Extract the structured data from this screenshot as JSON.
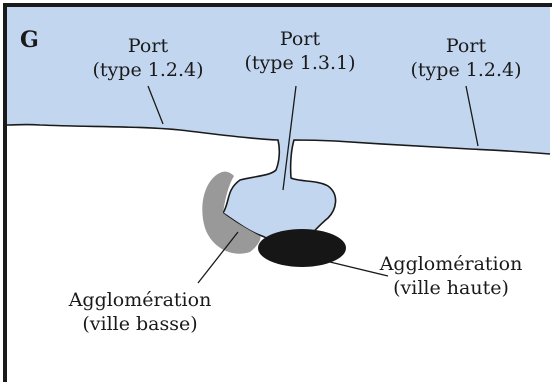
{
  "panel_letter": "G",
  "colors": {
    "sea": "#c3d6ef",
    "outline": "#1a1a1a",
    "lower_town": "#999999",
    "upper_town": "#161616",
    "background": "#ffffff"
  },
  "ports": [
    {
      "name": "Port",
      "type": "(type 1.2.4)"
    },
    {
      "name": "Port",
      "type": "(type 1.3.1)"
    },
    {
      "name": "Port",
      "type": "(type 1.2.4)"
    }
  ],
  "towns": {
    "lower": {
      "name": "Agglomération",
      "sub": "(ville basse)"
    },
    "upper": {
      "name": "Agglomération",
      "sub": "(ville haute)"
    }
  }
}
